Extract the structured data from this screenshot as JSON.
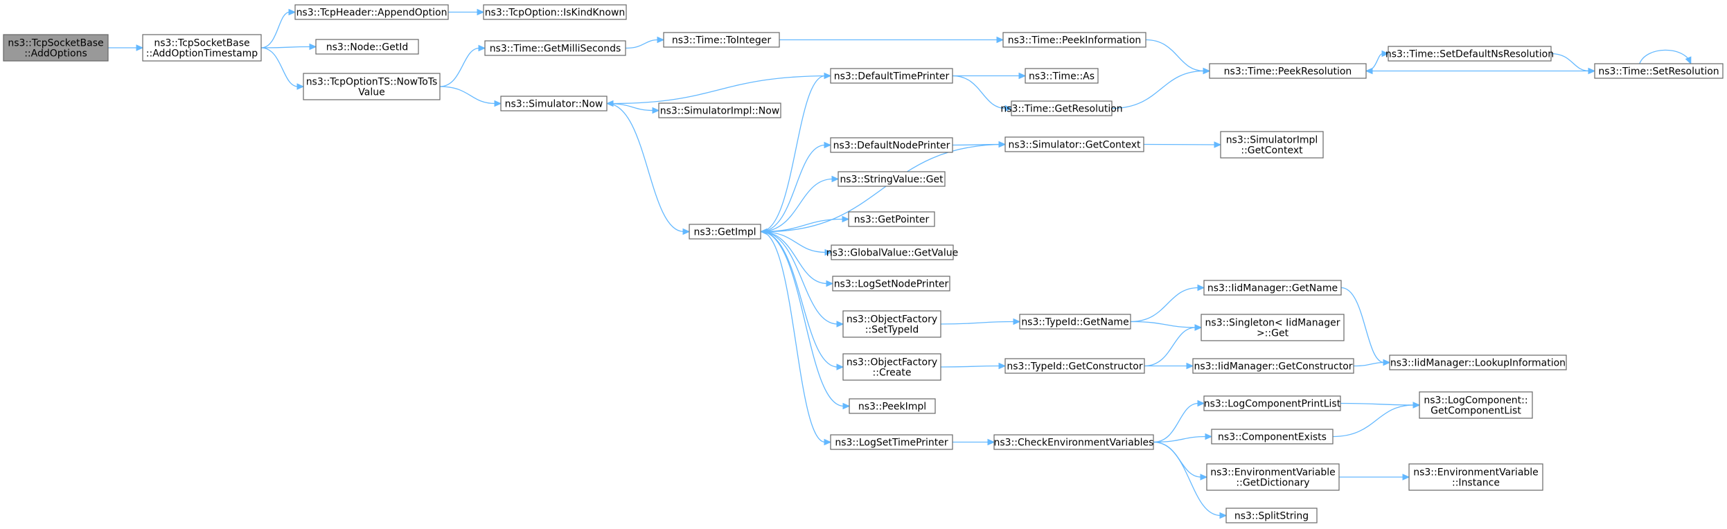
{
  "graph": {
    "nodes": {
      "n0": {
        "label": [
          "ns3::TcpSocketBase",
          "::AddOptions"
        ],
        "root": true
      },
      "n1": {
        "label": [
          "ns3::TcpSocketBase",
          "::AddOptionTimestamp"
        ]
      },
      "n2": {
        "label": [
          "ns3::TcpHeader::AppendOption"
        ]
      },
      "n3": {
        "label": [
          "ns3::TcpOption::IsKindKnown"
        ]
      },
      "n4": {
        "label": [
          "ns3::Node::GetId"
        ]
      },
      "n5": {
        "label": [
          "ns3::TcpOptionTS::NowToTs",
          "Value"
        ]
      },
      "n6": {
        "label": [
          "ns3::Time::GetMilliSeconds"
        ]
      },
      "n7": {
        "label": [
          "ns3::Time::ToInteger"
        ]
      },
      "n8": {
        "label": [
          "ns3::Time::PeekInformation"
        ]
      },
      "n9": {
        "label": [
          "ns3::Time::PeekResolution"
        ]
      },
      "n10": {
        "label": [
          "ns3::Time::SetDefaultNsResolution"
        ]
      },
      "n11": {
        "label": [
          "ns3::Time::SetResolution"
        ]
      },
      "n12": {
        "label": [
          "ns3::Simulator::Now"
        ]
      },
      "n13": {
        "label": [
          "ns3::SimulatorImpl::Now"
        ]
      },
      "n14": {
        "label": [
          "ns3::DefaultTimePrinter"
        ]
      },
      "n15": {
        "label": [
          "ns3::Time::As"
        ]
      },
      "n16": {
        "label": [
          "ns3::Time::GetResolution"
        ]
      },
      "n17": {
        "label": [
          "ns3::DefaultNodePrinter"
        ]
      },
      "n18": {
        "label": [
          "ns3::Simulator::GetContext"
        ]
      },
      "n19": {
        "label": [
          "ns3::SimulatorImpl",
          "::GetContext"
        ]
      },
      "n20": {
        "label": [
          "ns3::StringValue::Get"
        ]
      },
      "n21": {
        "label": [
          "ns3::GetImpl"
        ]
      },
      "n22": {
        "label": [
          "ns3::GetPointer"
        ]
      },
      "n23": {
        "label": [
          "ns3::GlobalValue::GetValue"
        ]
      },
      "n24": {
        "label": [
          "ns3::LogSetNodePrinter"
        ]
      },
      "n25": {
        "label": [
          "ns3::ObjectFactory",
          "::SetTypeId"
        ]
      },
      "n26": {
        "label": [
          "ns3::TypeId::GetName"
        ]
      },
      "n27": {
        "label": [
          "ns3::IidManager::GetName"
        ]
      },
      "n28": {
        "label": [
          "ns3::Singleton< IidManager",
          " >::Get"
        ]
      },
      "n29": {
        "label": [
          "ns3::ObjectFactory",
          "::Create"
        ]
      },
      "n30": {
        "label": [
          "ns3::TypeId::GetConstructor"
        ]
      },
      "n31": {
        "label": [
          "ns3::IidManager::GetConstructor"
        ]
      },
      "n32": {
        "label": [
          "ns3::IidManager::LookupInformation"
        ]
      },
      "n33": {
        "label": [
          "ns3::PeekImpl"
        ]
      },
      "n34": {
        "label": [
          "ns3::LogSetTimePrinter"
        ]
      },
      "n35": {
        "label": [
          "ns3::CheckEnvironmentVariables"
        ]
      },
      "n36": {
        "label": [
          "ns3::LogComponentPrintList"
        ]
      },
      "n37": {
        "label": [
          "ns3::LogComponent::",
          "GetComponentList"
        ]
      },
      "n38": {
        "label": [
          "ns3::ComponentExists"
        ]
      },
      "n39": {
        "label": [
          "ns3::EnvironmentVariable",
          "::GetDictionary"
        ]
      },
      "n40": {
        "label": [
          "ns3::EnvironmentVariable",
          "::Instance"
        ]
      },
      "n41": {
        "label": [
          "ns3::SplitString"
        ]
      }
    },
    "edges": [
      [
        "n0",
        "n1"
      ],
      [
        "n1",
        "n2"
      ],
      [
        "n1",
        "n4"
      ],
      [
        "n1",
        "n5"
      ],
      [
        "n2",
        "n3"
      ],
      [
        "n5",
        "n6"
      ],
      [
        "n5",
        "n12"
      ],
      [
        "n6",
        "n7"
      ],
      [
        "n7",
        "n8"
      ],
      [
        "n8",
        "n9"
      ],
      [
        "n9",
        "n10"
      ],
      [
        "n10",
        "n11"
      ],
      [
        "n11",
        "n9"
      ],
      [
        "n11",
        "n11"
      ],
      [
        "n12",
        "n13"
      ],
      [
        "n12",
        "n21"
      ],
      [
        "n14",
        "n12"
      ],
      [
        "n14",
        "n15"
      ],
      [
        "n14",
        "n16"
      ],
      [
        "n16",
        "n9"
      ],
      [
        "n17",
        "n18"
      ],
      [
        "n18",
        "n21"
      ],
      [
        "n18",
        "n19"
      ],
      [
        "n21",
        "n14"
      ],
      [
        "n21",
        "n17"
      ],
      [
        "n21",
        "n20"
      ],
      [
        "n21",
        "n22"
      ],
      [
        "n21",
        "n23"
      ],
      [
        "n21",
        "n24"
      ],
      [
        "n21",
        "n25"
      ],
      [
        "n21",
        "n29"
      ],
      [
        "n21",
        "n33"
      ],
      [
        "n21",
        "n34"
      ],
      [
        "n25",
        "n26"
      ],
      [
        "n26",
        "n27"
      ],
      [
        "n26",
        "n28"
      ],
      [
        "n27",
        "n32"
      ],
      [
        "n29",
        "n30"
      ],
      [
        "n30",
        "n28"
      ],
      [
        "n30",
        "n31"
      ],
      [
        "n31",
        "n32"
      ],
      [
        "n34",
        "n35"
      ],
      [
        "n35",
        "n36"
      ],
      [
        "n35",
        "n38"
      ],
      [
        "n35",
        "n39"
      ],
      [
        "n35",
        "n41"
      ],
      [
        "n36",
        "n37"
      ],
      [
        "n38",
        "n37"
      ],
      [
        "n39",
        "n40"
      ]
    ]
  }
}
